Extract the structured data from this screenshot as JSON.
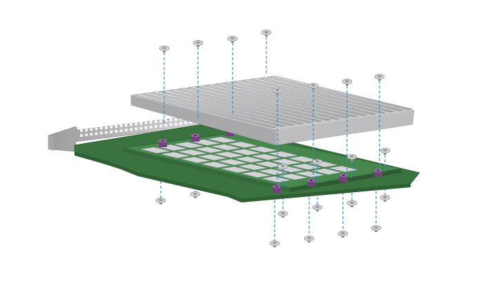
{
  "diagram": {
    "kind": "exploded-assembly",
    "components": [
      {
        "id": "heatsink",
        "icon": "finned-heatsink",
        "color": "#b9b9bb"
      },
      {
        "id": "upper-pcb",
        "icon": "pcb",
        "color": "#3f7a45"
      },
      {
        "id": "base-pcb",
        "icon": "pcb",
        "color": "#3c7441"
      },
      {
        "id": "mounting-bracket",
        "icon": "vented-bracket",
        "color": "#bdbdbd"
      },
      {
        "id": "memory-chips",
        "icon": "chip",
        "color": "#cfd1d4"
      },
      {
        "id": "standoffs",
        "icon": "standoff",
        "color": "#7a4d86"
      },
      {
        "id": "screws",
        "icon": "screw",
        "color": "#c6c6c6"
      }
    ],
    "guide_line_color": "#2d8fd5"
  }
}
